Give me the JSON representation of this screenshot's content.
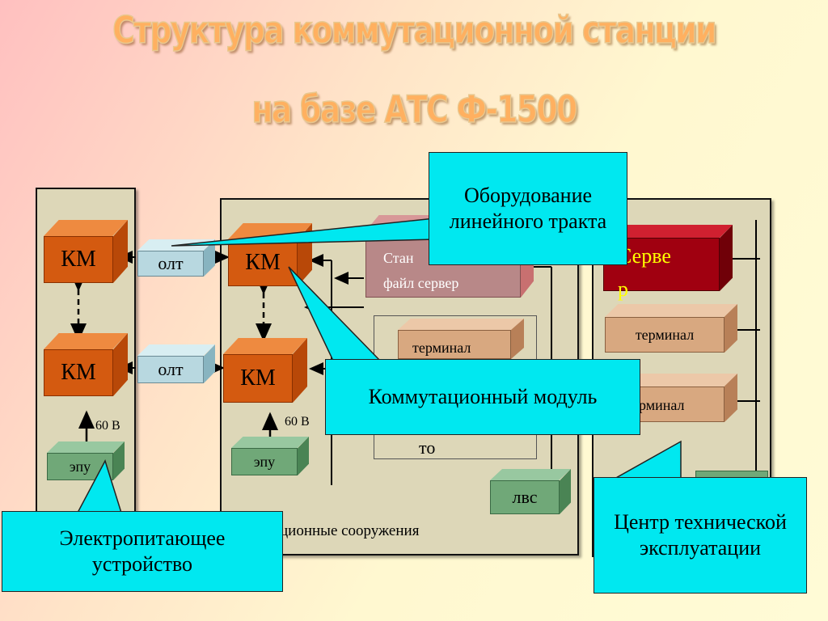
{
  "title": {
    "line1": "Структура коммутационной станции",
    "line2": "на базе АТС Ф-1500"
  },
  "labels": {
    "km": "КМ",
    "olt": "олт",
    "voltage": "60 В",
    "epu": "эпу",
    "server_partial": "Стан",
    "file_server": "файл сервер",
    "terminal_partial": "терминал",
    "terminal": "терминал",
    "terminal_partial2": "рминал",
    "to_partial": "то",
    "lvs": "лвс",
    "server": "Серве",
    "server_p": "р",
    "structures_partial": "ционные сооружения"
  },
  "callouts": {
    "line_equipment": "Оборудование линейного тракта",
    "switching_module": "Коммутационный модуль",
    "tech_center": "Центр технической эксплуатации",
    "power_supply": "Электропитающее устройство"
  },
  "colors": {
    "km_front": "#d45a10",
    "km_top": "#ee8a40",
    "olt_front": "#b8d8e0",
    "epu_front": "#70a878",
    "callout": "#00e8f0",
    "server": "#a00010",
    "terminal": "#d8a880",
    "panel": "#ddd7b8"
  }
}
